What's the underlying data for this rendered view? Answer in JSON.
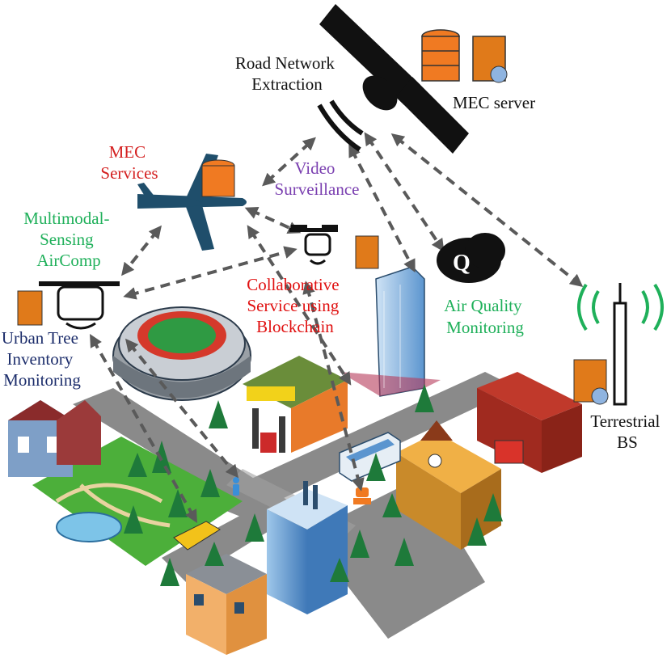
{
  "labels": {
    "road_network": [
      "Road Network",
      "Extraction"
    ],
    "mec_server": "MEC server",
    "mec_services": [
      "MEC",
      "Services"
    ],
    "video_surveillance": [
      "Video",
      "Surveillance"
    ],
    "multimodal": [
      "Multimodal-",
      "Sensing",
      "AirComp"
    ],
    "collaborative": [
      "Collaborative",
      "Service using",
      "Blockchain"
    ],
    "air_quality": [
      "Air Quality",
      "Monitoring"
    ],
    "urban_tree": [
      "Urban Tree",
      "Inventory",
      "Monitoring"
    ],
    "terrestrial_bs": [
      "Terrestrial",
      "BS"
    ],
    "cloud_badge": "Q"
  },
  "colors": {
    "mec_services": "#d41f1f",
    "collaborative": "#e01010",
    "multimodal": "#1fb05a",
    "air_quality": "#1fb05a",
    "video_surveillance": "#7a3fb0",
    "urban_tree": "#1c2d6b",
    "default_text": "#111111",
    "arrows": "#5a5a5a",
    "server_orange": "#f07a22"
  }
}
